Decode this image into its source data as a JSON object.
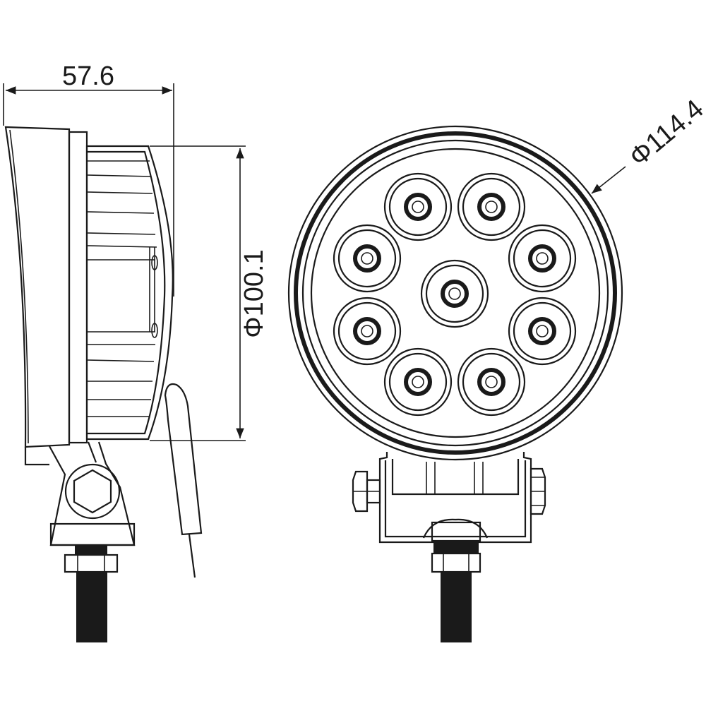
{
  "dimensions": {
    "depth": "57.6",
    "body_diameter": "Φ100.1",
    "lens_diameter": "Φ114.4"
  },
  "views": {
    "side_view": "side-view",
    "front_view": "front-view"
  },
  "front_view": {
    "led_count": 9
  }
}
